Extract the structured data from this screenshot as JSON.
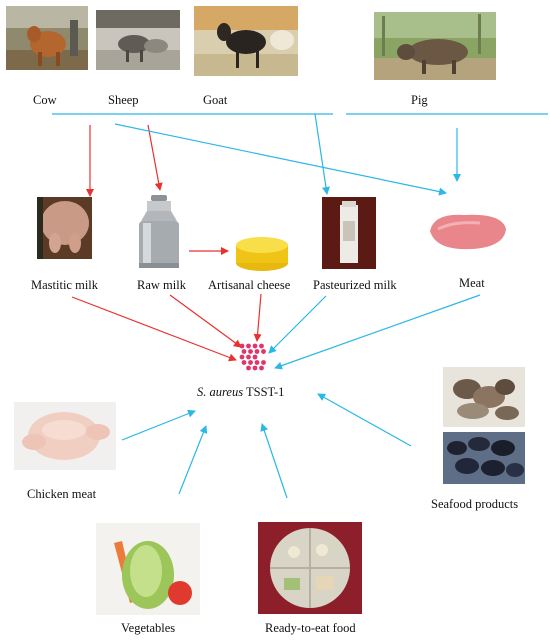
{
  "labels": {
    "cow": "Cow",
    "sheep": "Sheep",
    "goat": "Goat",
    "pig": "Pig",
    "mastitic_milk": "Mastitic milk",
    "raw_milk": "Raw milk",
    "artisanal_cheese": "Artisanal cheese",
    "pasteurized_milk": "Pasteurized milk",
    "meat": "Meat",
    "center_species": "S. aureus",
    "center_toxin": "TSST-1",
    "chicken_meat": "Chicken meat",
    "vegetables": "Vegetables",
    "ready_to_eat": "Ready-to-eat food",
    "seafood": "Seafood products"
  },
  "colors": {
    "dairy_arrow": "#e8322e",
    "other_arrow": "#2bb8e6",
    "bacteria": "#e0356a"
  },
  "icons": {
    "center": "bacteria-cluster-icon"
  }
}
